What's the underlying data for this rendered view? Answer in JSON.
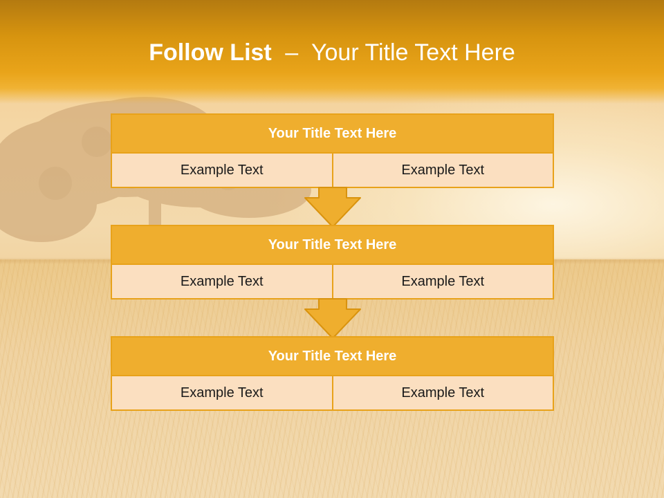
{
  "slide": {
    "title_bold": "Follow List",
    "title_separator": "–",
    "title_rest": "Your Title Text Here"
  },
  "steps": [
    {
      "title": "Your Title Text Here",
      "left": "Example Text",
      "right": "Example Text"
    },
    {
      "title": "Your Title Text Here",
      "left": "Example Text",
      "right": "Example Text"
    },
    {
      "title": "Your Title Text Here",
      "left": "Example Text",
      "right": "Example Text"
    }
  ],
  "colors": {
    "header": "#d7940f",
    "box_title": "#efae2e",
    "box_cell": "#fbdfc0",
    "border": "#e8a21a"
  },
  "icons": [
    "down-arrow-icon",
    "down-arrow-icon"
  ]
}
